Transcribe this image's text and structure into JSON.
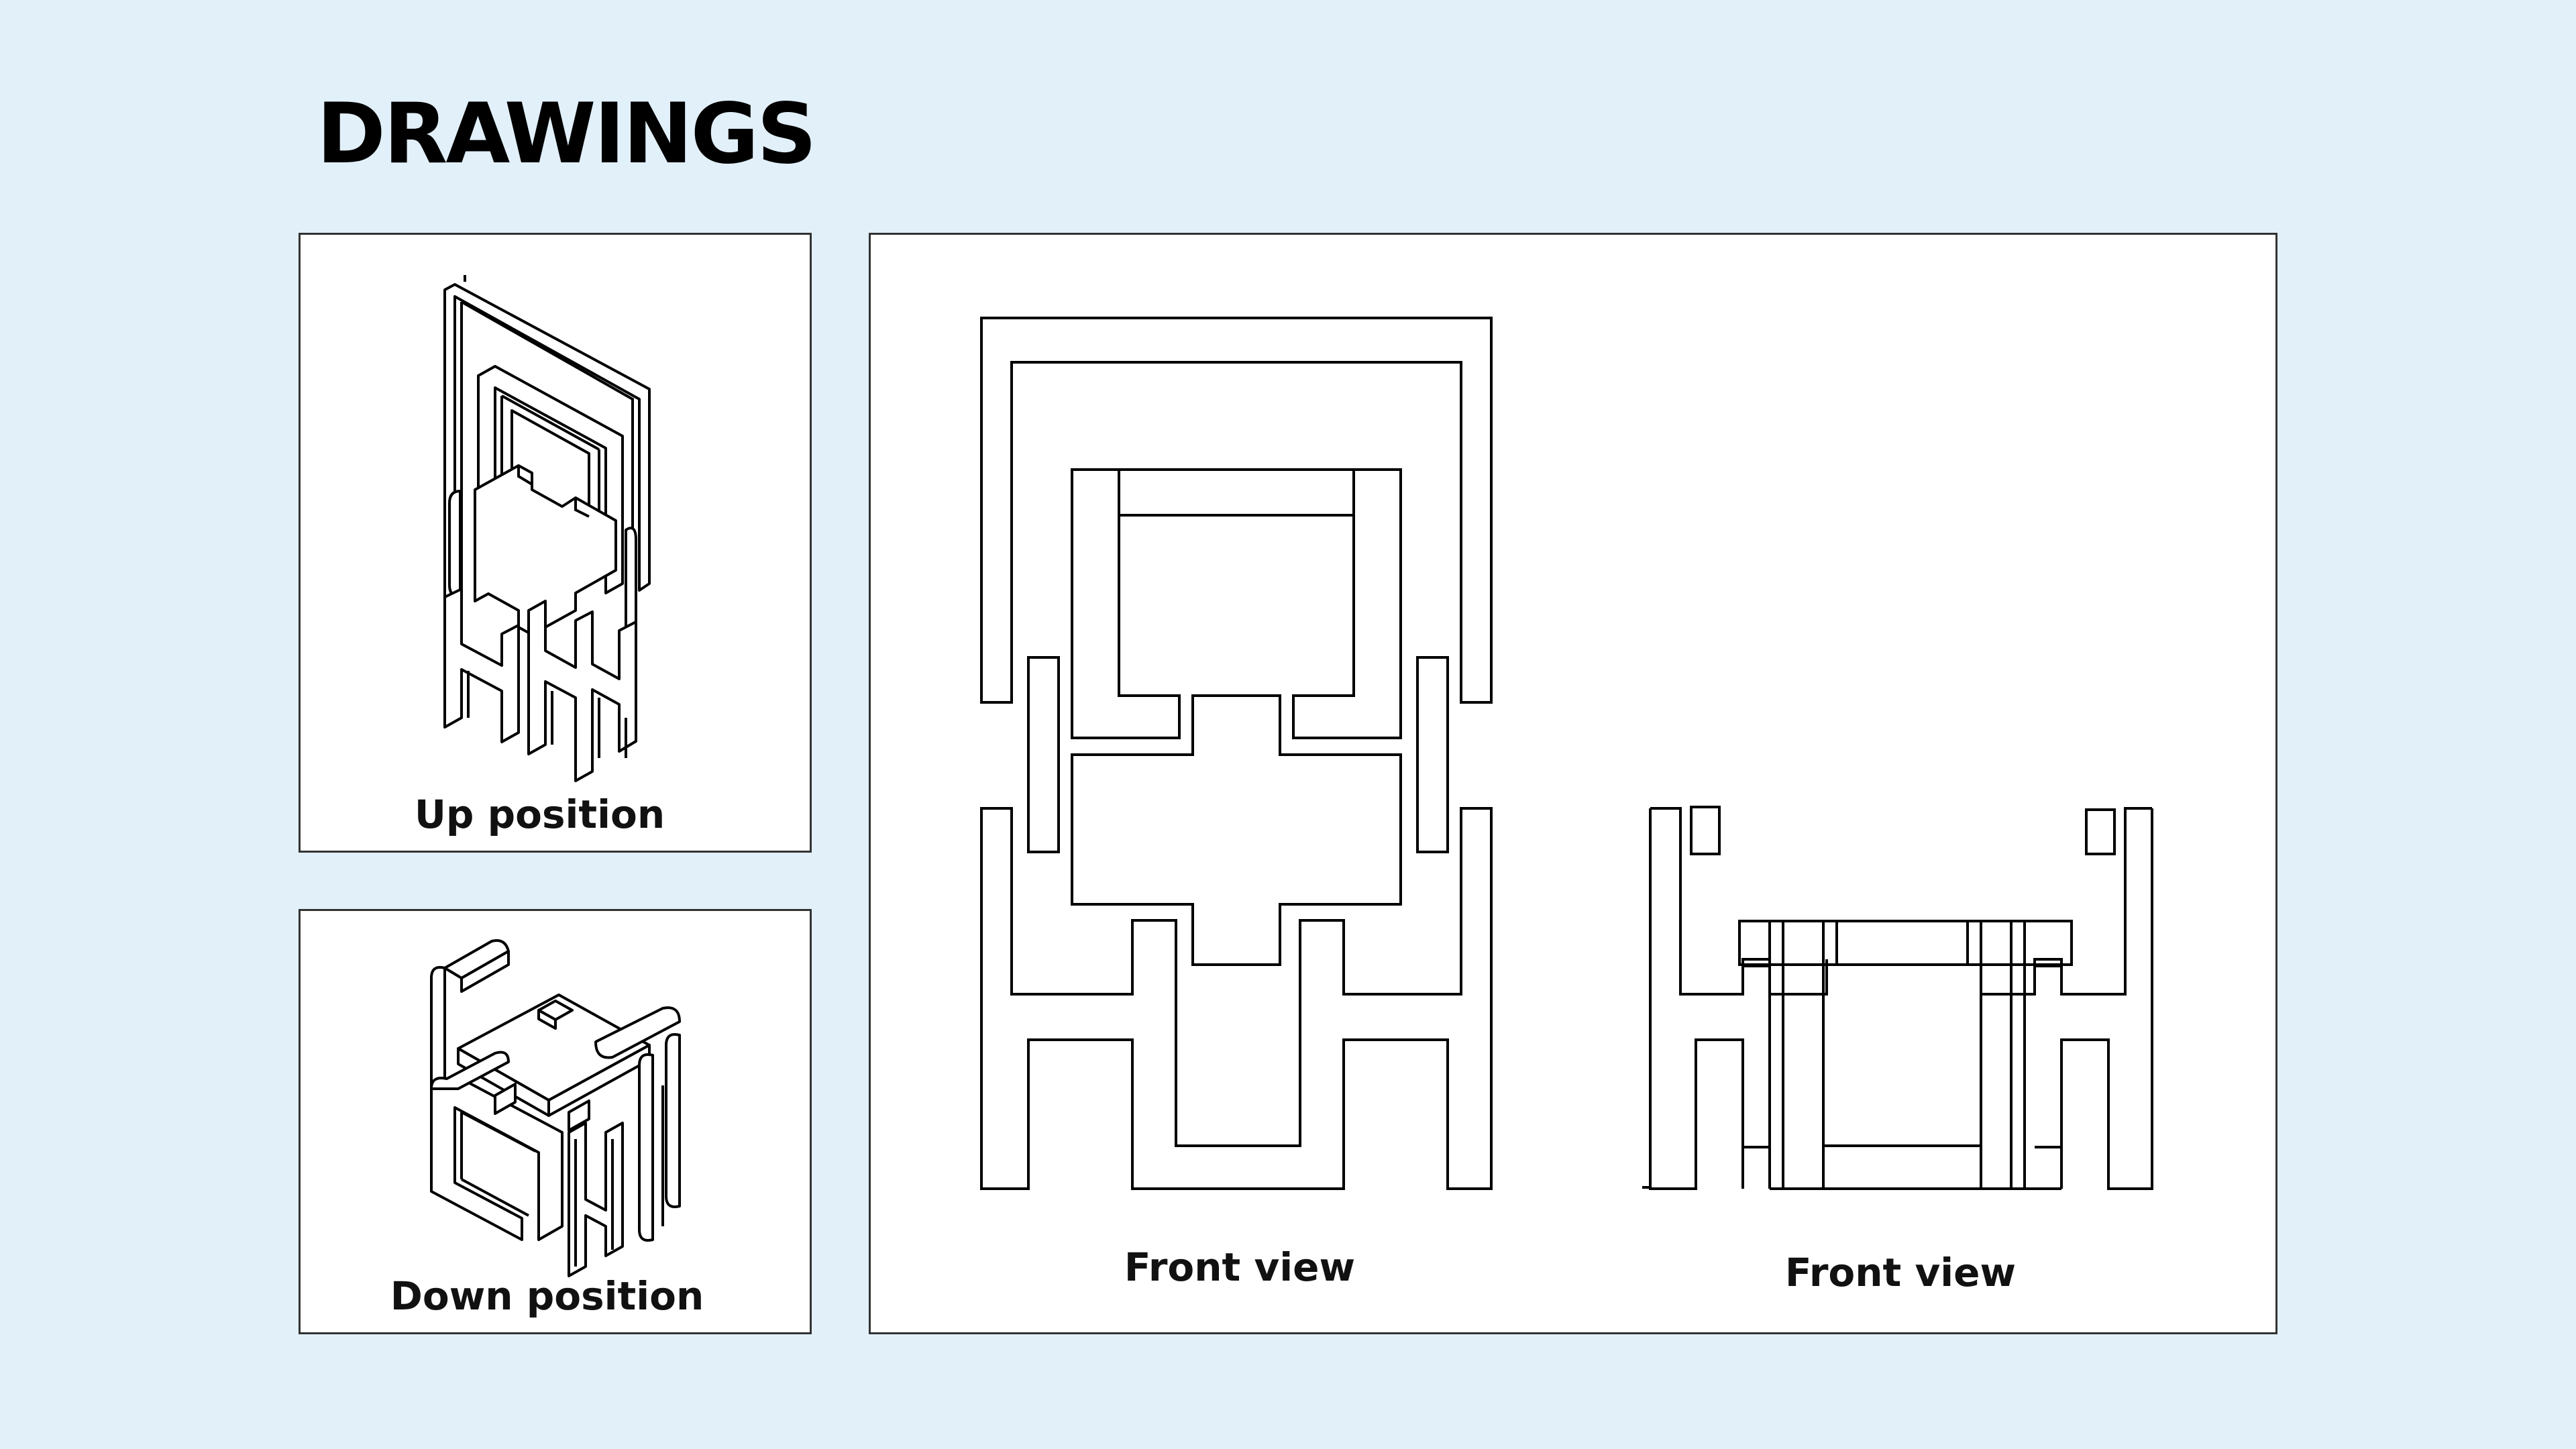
{
  "page": {
    "title": "DRAWINGS",
    "background_color": "#e2f0fa"
  },
  "panels": {
    "up": {
      "caption": "Up position"
    },
    "down": {
      "caption": "Down position"
    },
    "front_left": {
      "caption": "Front view"
    },
    "front_right": {
      "caption": "Front view"
    }
  }
}
